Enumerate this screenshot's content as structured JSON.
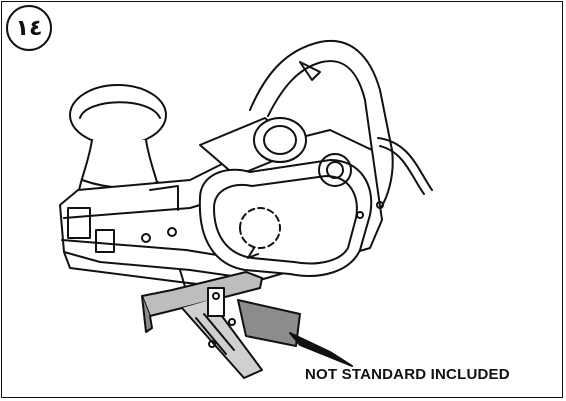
{
  "figure": {
    "step_number": "١٤",
    "callout_text": "NOT STANDARD INCLUDED",
    "icons": [
      "electric-planer",
      "parallel-guide-accessory"
    ],
    "colors": {
      "line": "#111111",
      "accessory_fill": "#8c8c8c",
      "background": "#ffffff"
    }
  }
}
